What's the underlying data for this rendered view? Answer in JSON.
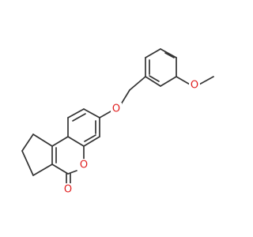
{
  "structure": {
    "atoms": [
      {
        "symbol": "O",
        "color": "#e01e1e"
      },
      {
        "symbol": "O",
        "color": "#e01e1e"
      },
      {
        "symbol": "O",
        "color": "#e01e1e"
      },
      {
        "symbol": "O",
        "color": "#e01e1e"
      }
    ]
  }
}
